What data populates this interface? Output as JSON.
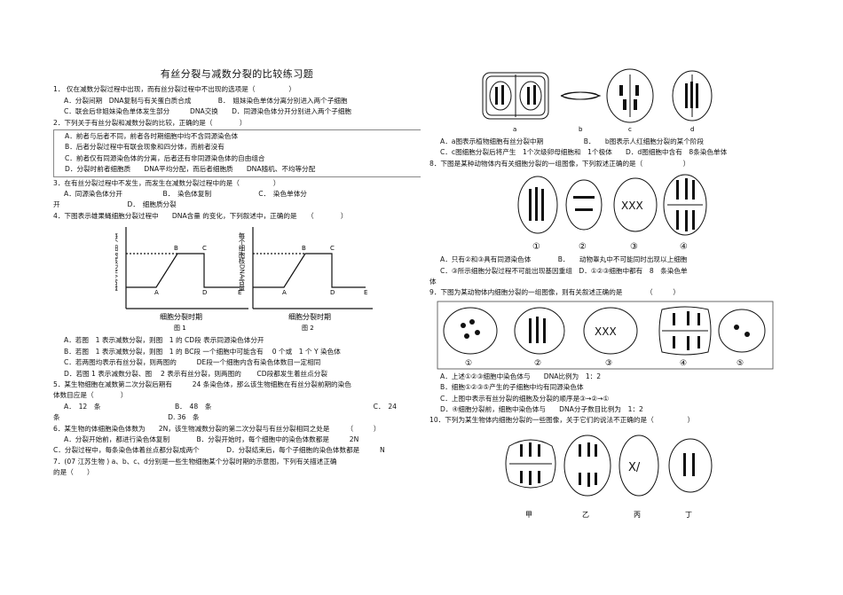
{
  "title": "有丝分裂与减数分裂的比较练习题",
  "left": [
    {
      "t": "1． 仅在减数分裂过程中出现，而有丝分裂过程中不出现的选项是（　　　　　）",
      "c": ""
    },
    {
      "t": "A．分裂间期　DNA复制与有关蛋白质合成　　　　B．　姐妹染色单体分离分别进入两个子细胞",
      "c": "ind"
    },
    {
      "t": "C．联会后非姐妹染色单体发生部分　　　DNA交换　　D．同源染色体分开分别进入两个子细胞",
      "c": "ind"
    },
    {
      "t": "2．下列关于有丝分裂和减数分裂的比较，正确的是（　　　　）",
      "c": ""
    },
    {
      "t": "A．前者与后者不同，前者各时期细胞中均不含同源染色体",
      "c": "ind"
    },
    {
      "t": "B．后者分裂过程中有联会现象和四分体，而前者没有",
      "c": "ind"
    },
    {
      "t": "C．前者仅有同源染色体的分离，后者还有非同源染色体的自由组合",
      "c": "ind"
    },
    {
      "t": "D．分裂时前者细胞质　　DNA平均分配，而后者细胞质　　DNA随机、不均等分配",
      "c": "ind"
    },
    {
      "t": "3．在有丝分裂过程中不发生，而发生在减数分裂过程中的是（　　　　　）",
      "c": ""
    },
    {
      "t": "A．同源染色体分开　　　　　　B．　染色体复制　　　　　　　C．　染色单体分",
      "c": "ind"
    },
    {
      "t": "开　　　　　　　　　　D．　细胞质分裂",
      "c": ""
    },
    {
      "t": "4．下图表示雄果蝇细胞分裂过程中　　DNA含量 的变化，下列叙述中，正确的是　　（　　　　）",
      "c": ""
    },
    {
      "t": "A．若图　1 表示减数分裂，则图　1 的 CD段 表示同源染色体分开",
      "c": "ind"
    },
    {
      "t": "B．若图　1 表示减数分裂，则图　1 的 BC段 一个细胞中可能含有　 0 个或　1 个 Y 染色体",
      "c": "ind"
    },
    {
      "t": "C．若两图均表示有丝分裂，则两图的　　　DE段一个细胞内含有染色体数目一定相同",
      "c": "ind"
    },
    {
      "t": "D．若图 1 表示减数分裂、图　 2 表示有丝分裂，则两图的　　 CD段都发生着丝点分裂",
      "c": "ind"
    },
    {
      "t": "5．某生物细胞在减数第二次分裂后期有　　　24 条染色体，那么该生物细胞在有丝分裂前期的染色",
      "c": ""
    },
    {
      "t": "体数目应是（　　　　）",
      "c": ""
    },
    {
      "t": "A．　12　条　　　　　　　　　　　B．　48　条　　　　　　　　　　　　　　　　　　　　　　　　C．　24",
      "c": "ind"
    },
    {
      "t": "条　　　　　　　　　　　　　　　　D. 36　条",
      "c": ""
    },
    {
      "t": "6．某生物的体细胞染色体数为　　2N，该生物减数分裂的第二次分裂与有丝分裂相同之处是　　　（　　　）",
      "c": ""
    },
    {
      "t": "A．分裂开始前，都进行染色体复制　　　　B．分裂开始时，每个细胞中的染色体数都是　　　2N",
      "c": "ind"
    },
    {
      "t": "C．分裂过程中，每条染色体着丝点都分裂成两个　　　　D．分裂结束后，每个子细胞的染色体数都是　　　N",
      "c": ""
    },
    {
      "t": "7．(07 江苏生物 ) a、b、c、d分别是一些生物细胞某个分裂时期的示意图，下列有关描述正确",
      "c": ""
    },
    {
      "t": "的是（　　）",
      "c": ""
    }
  ],
  "graph": {
    "ylabel": "每个细胞核DNA含量",
    "xlabel": "细胞分裂时期",
    "fig1": "图 1",
    "fig2": "图 2",
    "points": [
      "A",
      "B",
      "C",
      "D",
      "E"
    ]
  },
  "fig7_labels": [
    "a",
    "b",
    "c",
    "d"
  ],
  "right": [
    {
      "t": "A．a图表示植物细胞有丝分裂中期　　　　　　B．　　b图表示人红细胞分裂的某个阶段",
      "c": "ind"
    },
    {
      "t": "C．c图细胞分裂后将产生　1个次级卵母细胞和　1个极体　　D．d图细胞中含有　8条染色单体",
      "c": "ind"
    },
    {
      "t": "8．下图是某种动物体内有关细胞分裂的一组图像，下列叙述正确的是（　　　　　　）",
      "c": ""
    },
    {
      "t": "A．只有②和③具有同源染色体　　　　B．　　动物睾丸中不可能同时出现以上细胞",
      "c": "ind"
    },
    {
      "t": "C．③所示细胞分裂过程不可能出现基因重组　D．①②③细胞中都有　8　条染色单",
      "c": "ind"
    },
    {
      "t": "体",
      "c": ""
    },
    {
      "t": "9．下图为某动物体内细胞分裂的一组图像，则有关叙述正确的是　　　　（　　　）",
      "c": ""
    },
    {
      "t": "A．上述①②③细胞中染色体与　　DNA比例为　1：2",
      "c": "ind"
    },
    {
      "t": "B．细胞①②③⑤产生的子细胞中均有同源染色体",
      "c": "ind"
    },
    {
      "t": "C．上图中表示有丝分裂的细胞及分裂的顺序是③→②→①",
      "c": "ind"
    },
    {
      "t": "D．④细胞分裂前，细胞中染色体与　　DNA分子数目比例为　1：2",
      "c": "ind"
    },
    {
      "t": "10．下列为某生物体内细胞分裂的一些图像，关于它们的说法不正确的是（　　　　　）",
      "c": ""
    }
  ],
  "fig8_labels": [
    "①",
    "②",
    "③",
    "④"
  ],
  "fig9_labels": [
    "①",
    "②",
    "③",
    "④",
    "⑤"
  ],
  "fig10_labels": [
    "甲",
    "乙",
    "丙",
    "丁"
  ]
}
